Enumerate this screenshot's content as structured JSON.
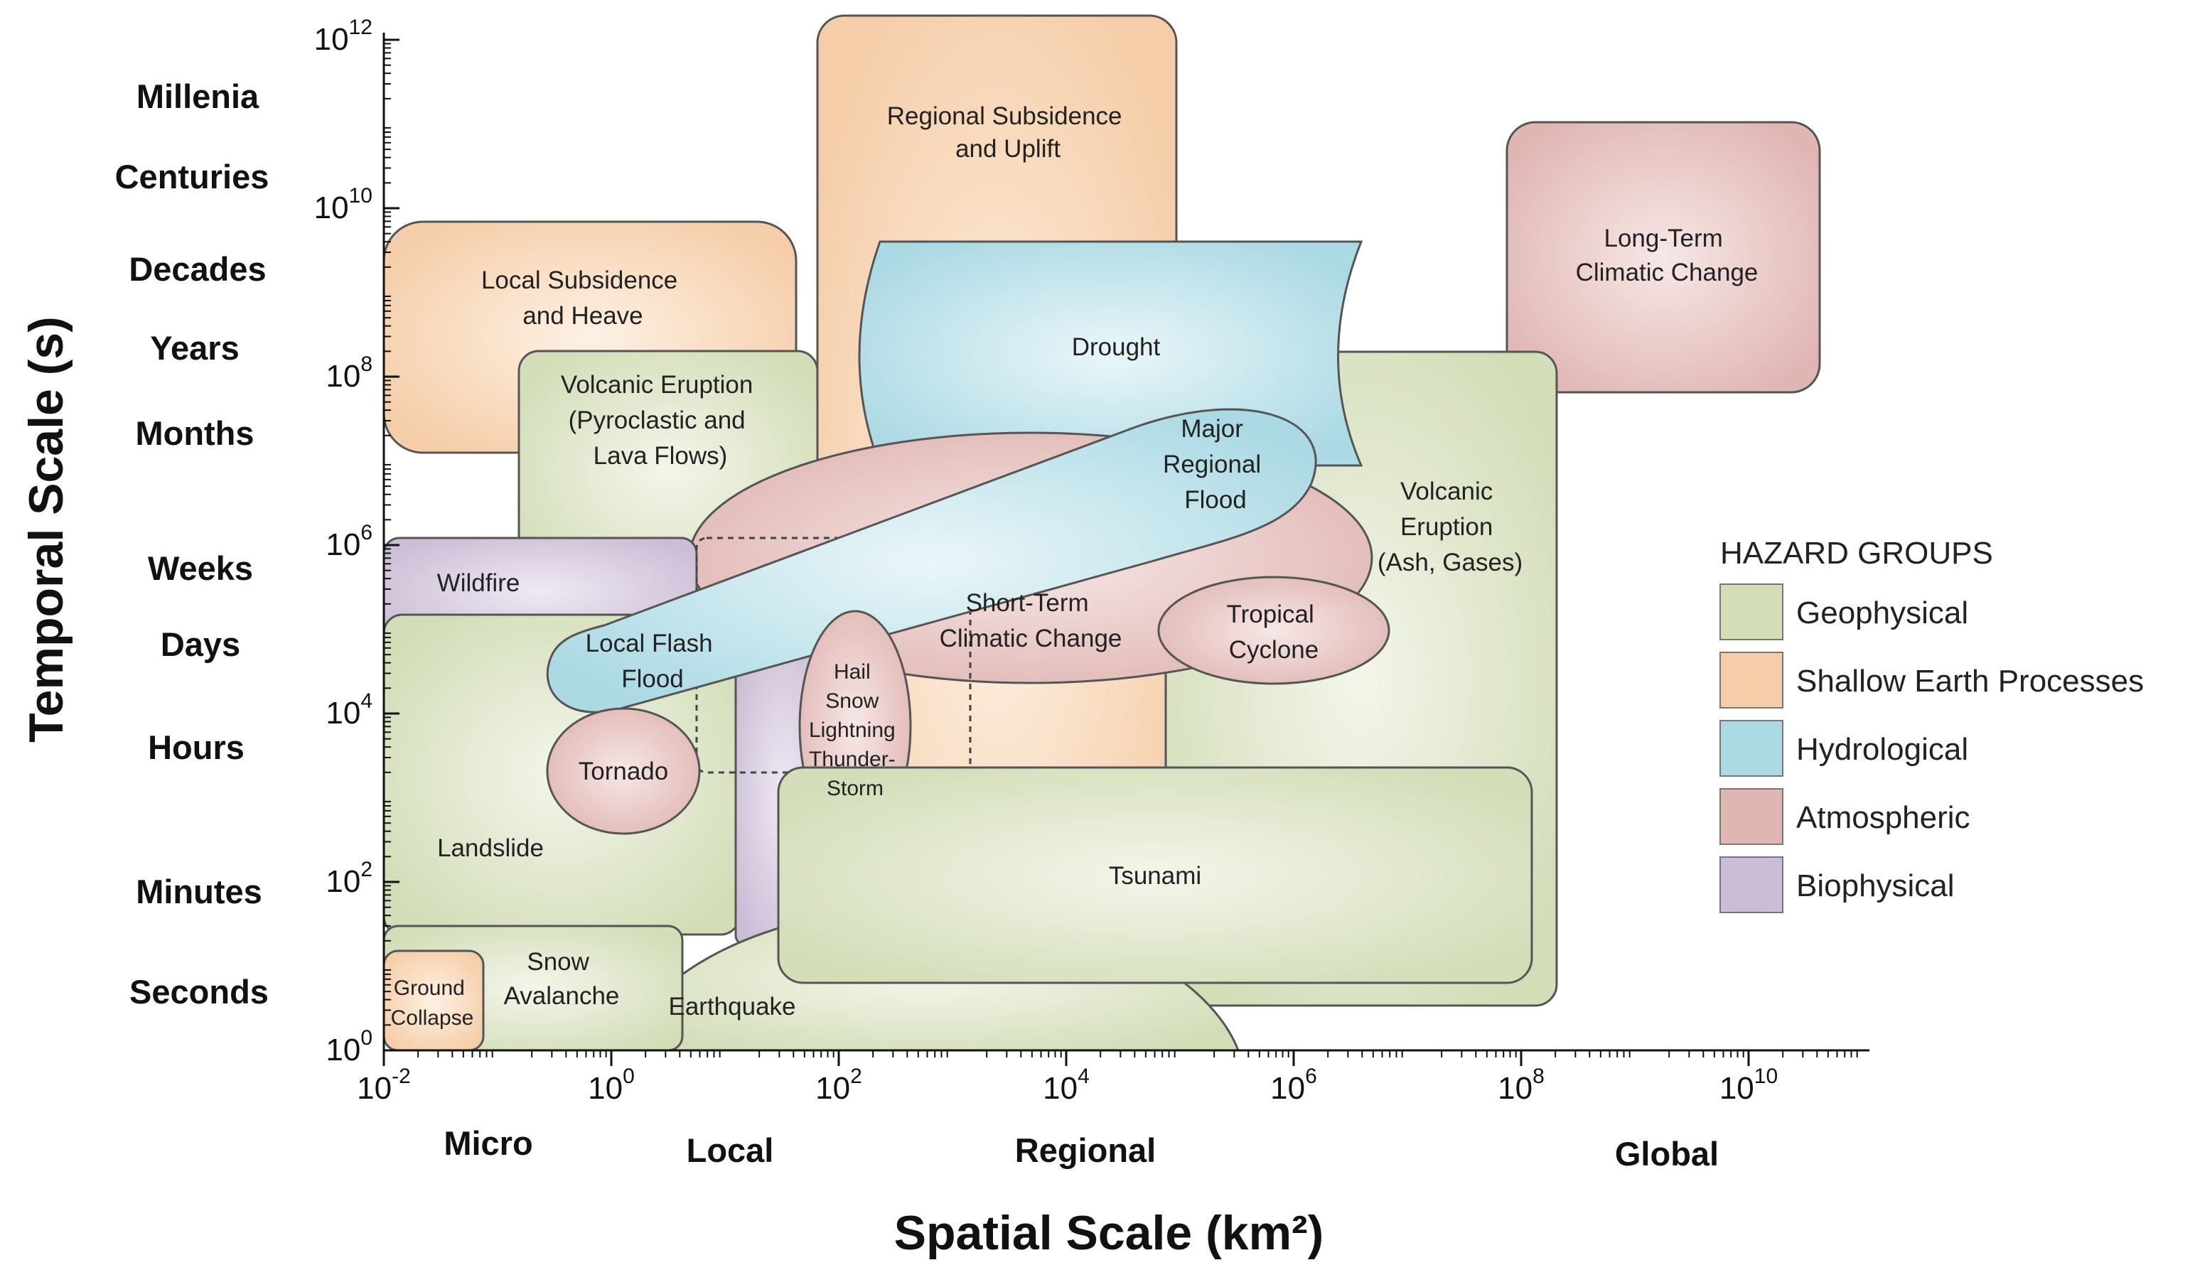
{
  "y_axis_title": "Temporal Scale (s)",
  "x_axis_title": "Spatial Scale (km²)",
  "y_ticks": [
    {
      "base": "10",
      "exp": "12",
      "value": 12
    },
    {
      "base": "10",
      "exp": "10",
      "value": 10
    },
    {
      "base": "10",
      "exp": "8",
      "value": 8
    },
    {
      "base": "10",
      "exp": "6",
      "value": 6
    },
    {
      "base": "10",
      "exp": "4",
      "value": 4
    },
    {
      "base": "10",
      "exp": "2",
      "value": 2
    },
    {
      "base": "10",
      "exp": "0",
      "value": 0
    }
  ],
  "x_ticks": [
    {
      "base": "10",
      "exp": "-2",
      "value": -2
    },
    {
      "base": "10",
      "exp": "0",
      "value": 0
    },
    {
      "base": "10",
      "exp": "2",
      "value": 2
    },
    {
      "base": "10",
      "exp": "4",
      "value": 4
    },
    {
      "base": "10",
      "exp": "6",
      "value": 6
    },
    {
      "base": "10",
      "exp": "8",
      "value": 8
    },
    {
      "base": "10",
      "exp": "10",
      "value": 10
    }
  ],
  "temporal_labels": [
    "Millenia",
    "Centuries",
    "Decades",
    "Years",
    "Months",
    "Weeks",
    "Days",
    "Hours",
    "Minutes",
    "Seconds"
  ],
  "spatial_labels": [
    "Micro",
    "Local",
    "Regional",
    "Global"
  ],
  "legend": {
    "title": "HAZARD GROUPS",
    "items": [
      {
        "label": "Geophysical",
        "color": "#d3ddb8"
      },
      {
        "label": "Shallow Earth Processes",
        "color": "#f5cda8"
      },
      {
        "label": "Hydrological",
        "color": "#abd9e4"
      },
      {
        "label": "Atmospheric",
        "color": "#e0b6b3"
      },
      {
        "label": "Biophysical",
        "color": "#cbbdd6"
      }
    ]
  },
  "hazards": {
    "regional_subsidence": [
      "Regional Subsidence",
      "and Uplift"
    ],
    "long_term_climatic": [
      "Long-Term",
      "Climatic Change"
    ],
    "local_subsidence": [
      "Local Subsidence",
      "and Heave"
    ],
    "drought": [
      "Drought"
    ],
    "volcanic_pyroclastic": [
      "Volcanic Eruption",
      "(Pyroclastic and",
      "Lava Flows)"
    ],
    "major_regional_flood": [
      "Major",
      "Regional",
      "Flood"
    ],
    "volcanic_ash": [
      "Volcanic",
      "Eruption",
      "(Ash, Gases)"
    ],
    "wildfire": [
      "Wildfire"
    ],
    "short_term_climatic": [
      "Short-Term",
      "Climatic Change"
    ],
    "tropical_cyclone": [
      "Tropical",
      "Cyclone"
    ],
    "local_flash_flood": [
      "Local Flash",
      "Flood"
    ],
    "hail_storm": [
      "Hail",
      "Snow",
      "Lightning",
      "Thunder-",
      "Storm"
    ],
    "tornado": [
      "Tornado"
    ],
    "landslide": [
      "Landslide"
    ],
    "tsunami": [
      "Tsunami"
    ],
    "snow_avalanche": [
      "Snow",
      "Avalanche"
    ],
    "ground_collapse": [
      "Ground",
      "Collapse"
    ],
    "earthquake": [
      "Earthquake"
    ]
  },
  "colors": {
    "geophysical": "#d3ddb8",
    "shallow_earth": "#f5cda8",
    "hydrological": "#abd9e4",
    "atmospheric": "#e0b6b3",
    "biophysical": "#cbbdd6"
  }
}
